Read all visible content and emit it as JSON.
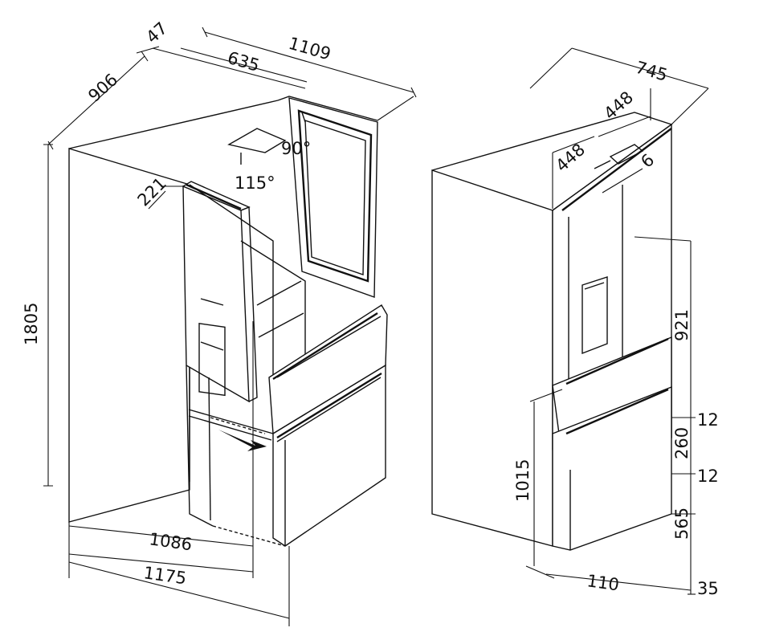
{
  "left_view": {
    "dims": {
      "d906": "906",
      "d47": "47",
      "d1109": "1109",
      "d635": "635",
      "a90": "90°",
      "a115": "115°",
      "d221": "221",
      "d1805": "1805",
      "d1086": "1086",
      "d1175": "1175"
    }
  },
  "right_view": {
    "dims": {
      "d745": "745",
      "d448a": "448",
      "d448b": "448",
      "d6": "6",
      "d921": "921",
      "d12a": "12",
      "d260": "260",
      "d12b": "12",
      "d1015": "1015",
      "d565": "565",
      "d110": "110",
      "d35": "35"
    }
  }
}
